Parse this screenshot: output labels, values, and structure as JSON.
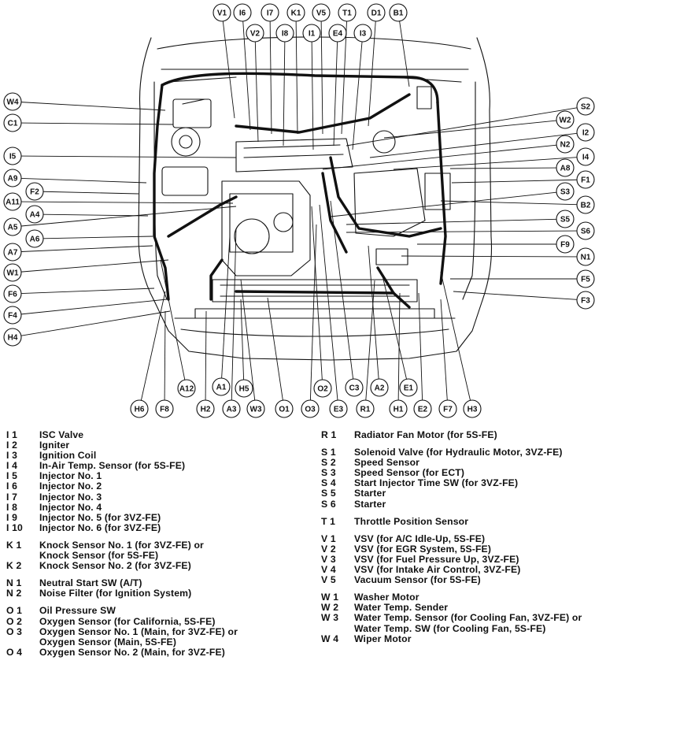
{
  "callouts": {
    "top": [
      "V1",
      "I6",
      "V2",
      "I7",
      "I8",
      "K1",
      "I1",
      "V5",
      "E4",
      "T1",
      "I3",
      "D1",
      "B1"
    ],
    "left": [
      "W4",
      "C1",
      "I5",
      "A9",
      "F2",
      "A11",
      "A4",
      "A5",
      "A6",
      "A7",
      "W1",
      "F6",
      "F4",
      "H4"
    ],
    "right": [
      "S2",
      "W2",
      "I2",
      "N2",
      "I4",
      "A8",
      "F1",
      "S3",
      "B2",
      "S5",
      "S6",
      "F9",
      "N1",
      "F5",
      "F3"
    ],
    "bottom": [
      "A12",
      "A1",
      "H5",
      "O2",
      "C3",
      "A2",
      "E1",
      "H6",
      "F8",
      "H2",
      "A3",
      "W3",
      "O1",
      "O3",
      "E3",
      "R1",
      "H1",
      "E2",
      "F7",
      "H3"
    ]
  },
  "legend": {
    "left": [
      {
        "group": "I",
        "items": [
          {
            "code": "I  1",
            "text": "ISC Valve"
          },
          {
            "code": "I  2",
            "text": "Igniter"
          },
          {
            "code": "I  3",
            "text": "Ignition Coil"
          },
          {
            "code": "I  4",
            "text": "In-Air Temp. Sensor (for 5S-FE)"
          },
          {
            "code": "I  5",
            "text": "Injector No. 1"
          },
          {
            "code": "I  6",
            "text": "Injector No. 2"
          },
          {
            "code": "I  7",
            "text": "Injector No. 3"
          },
          {
            "code": "I  8",
            "text": "Injector No. 4"
          },
          {
            "code": "I  9",
            "text": "Injector No. 5 (for 3VZ-FE)"
          },
          {
            "code": "I 10",
            "text": "Injector No. 6 (for 3VZ-FE)"
          }
        ]
      },
      {
        "group": "K",
        "items": [
          {
            "code": "K  1",
            "text": "Knock Sensor No. 1 (for 3VZ-FE) or"
          },
          {
            "code": "",
            "text": "Knock Sensor (for 5S-FE)"
          },
          {
            "code": "K  2",
            "text": "Knock Sensor No. 2 (for 3VZ-FE)"
          }
        ]
      },
      {
        "group": "N",
        "items": [
          {
            "code": "N  1",
            "text": "Neutral Start SW (A/T)"
          },
          {
            "code": "N  2",
            "text": "Noise Filter (for Ignition System)"
          }
        ]
      },
      {
        "group": "O",
        "items": [
          {
            "code": "O  1",
            "text": "Oil Pressure SW"
          },
          {
            "code": "O  2",
            "text": "Oxygen Sensor (for California, 5S-FE)"
          },
          {
            "code": "O  3",
            "text": "Oxygen Sensor No. 1 (Main, for 3VZ-FE) or"
          },
          {
            "code": "",
            "text": "Oxygen Sensor (Main, 5S-FE)"
          },
          {
            "code": "O  4",
            "text": "Oxygen Sensor No. 2 (Main, for 3VZ-FE)"
          }
        ]
      }
    ],
    "right": [
      {
        "group": "R",
        "items": [
          {
            "code": "R  1",
            "text": "Radiator Fan Motor (for 5S-FE)"
          }
        ]
      },
      {
        "group": "S",
        "items": [
          {
            "code": "S  1",
            "text": "Solenoid Valve (for Hydraulic Motor, 3VZ-FE)"
          },
          {
            "code": "S  2",
            "text": "Speed Sensor"
          },
          {
            "code": "S  3",
            "text": "Speed Sensor (for ECT)"
          },
          {
            "code": "S  4",
            "text": "Start Injector Time SW (for 3VZ-FE)"
          },
          {
            "code": "S  5",
            "text": "Starter"
          },
          {
            "code": "S  6",
            "text": "Starter"
          }
        ]
      },
      {
        "group": "T",
        "items": [
          {
            "code": "T  1",
            "text": "Throttle Position Sensor"
          }
        ]
      },
      {
        "group": "V",
        "items": [
          {
            "code": "V  1",
            "text": "VSV (for A/C Idle-Up, 5S-FE)"
          },
          {
            "code": "V  2",
            "text": "VSV (for EGR System, 5S-FE)"
          },
          {
            "code": "V  3",
            "text": "VSV (for Fuel Pressure Up, 3VZ-FE)"
          },
          {
            "code": "V  4",
            "text": "VSV (for Intake Air Control, 3VZ-FE)"
          },
          {
            "code": "V  5",
            "text": "Vacuum Sensor (for 5S-FE)"
          }
        ]
      },
      {
        "group": "W",
        "items": [
          {
            "code": "W 1",
            "text": "Washer Motor"
          },
          {
            "code": "W 2",
            "text": "Water Temp. Sender"
          },
          {
            "code": "W 3",
            "text": "Water Temp. Sensor (for Cooling Fan, 3VZ-FE) or"
          },
          {
            "code": "",
            "text": "Water Temp. SW (for Cooling Fan, 5S-FE)"
          },
          {
            "code": "W 4",
            "text": "Wiper Motor"
          }
        ]
      }
    ]
  }
}
